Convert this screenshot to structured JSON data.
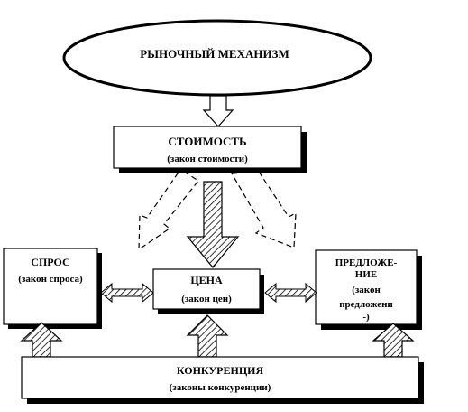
{
  "market_mechanism": {
    "title": "РЫНОЧНЫЙ МЕХАНИЗМ"
  },
  "value": {
    "title": "СТОИМОСТЬ",
    "law": "(закон стоимости)"
  },
  "demand": {
    "title": "СПРОС",
    "law": "(закон спроса)"
  },
  "price": {
    "title": "ЦЕНА",
    "law": "(закон цен)"
  },
  "supply": {
    "title_line1": "ПРЕДЛОЖЕ-",
    "title_line2": "НИЕ",
    "law_line1": "(закон",
    "law_line2": "предложени",
    "law_line3": "-)"
  },
  "competition": {
    "title": "КОНКУРЕНЦИЯ",
    "law": "(законы конкуренции)"
  },
  "colors": {
    "line": "#000000",
    "shadow": "#000000",
    "background": "#ffffff"
  }
}
